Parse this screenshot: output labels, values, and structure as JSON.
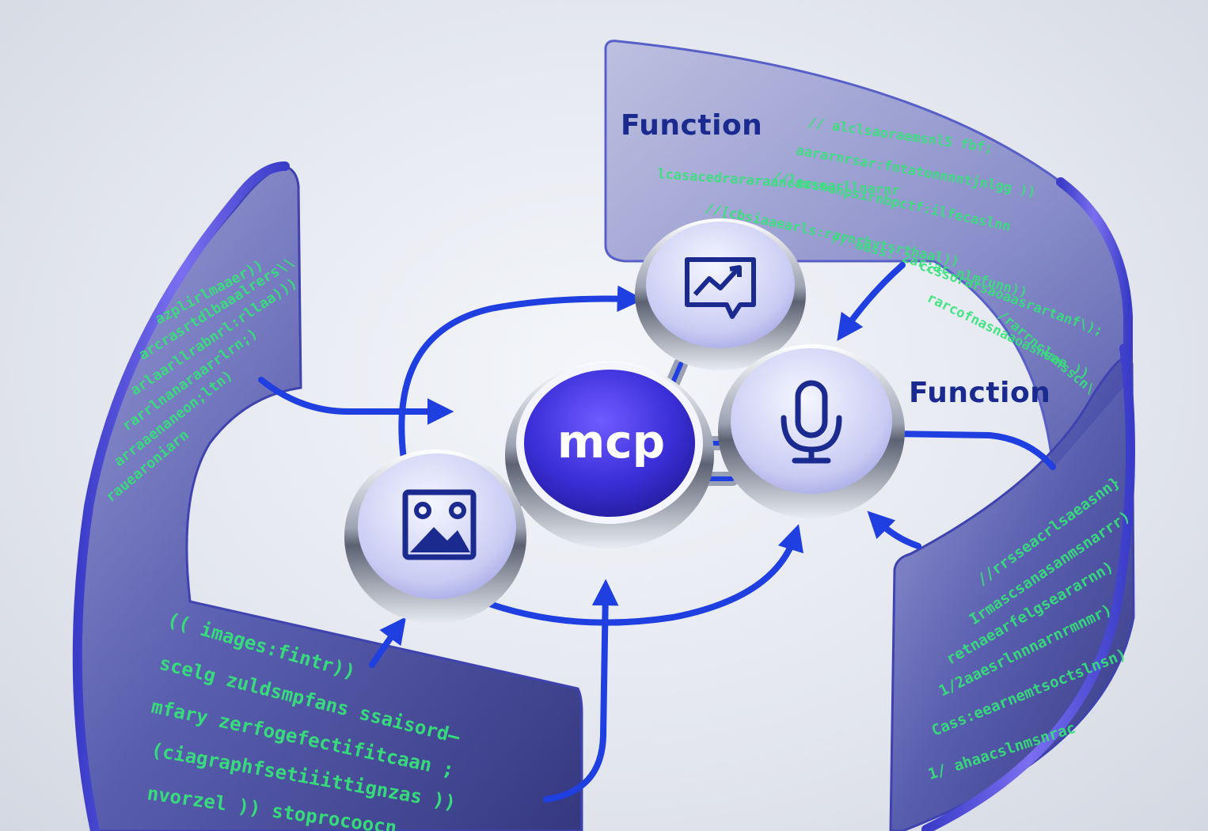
{
  "diagram": {
    "center_node_label": "mcp",
    "function_labels": [
      "Function",
      "Function"
    ],
    "nodes": [
      {
        "name": "image-node",
        "icon": "image-icon"
      },
      {
        "name": "chart-node",
        "icon": "chart-message-icon"
      },
      {
        "name": "microphone-node",
        "icon": "microphone-icon"
      }
    ],
    "screen_code_lines": {
      "left_panel": [
        "(( images:fintr)) ",
        "scelg zuldsmpfans ssaisord—",
        "mfary zerfogefectifitcaan ;",
        "(ciagraphfsetiiittignzas ))",
        "nvorzel ))  stoprocoocn"
      ]
    },
    "colors": {
      "accent_blue": "#1f3fe0",
      "panel_purple": "#5a5fc0",
      "code_green": "#36e27a",
      "label_navy": "#1a2a8f",
      "mcp_fill": "#3b2fd9"
    }
  }
}
